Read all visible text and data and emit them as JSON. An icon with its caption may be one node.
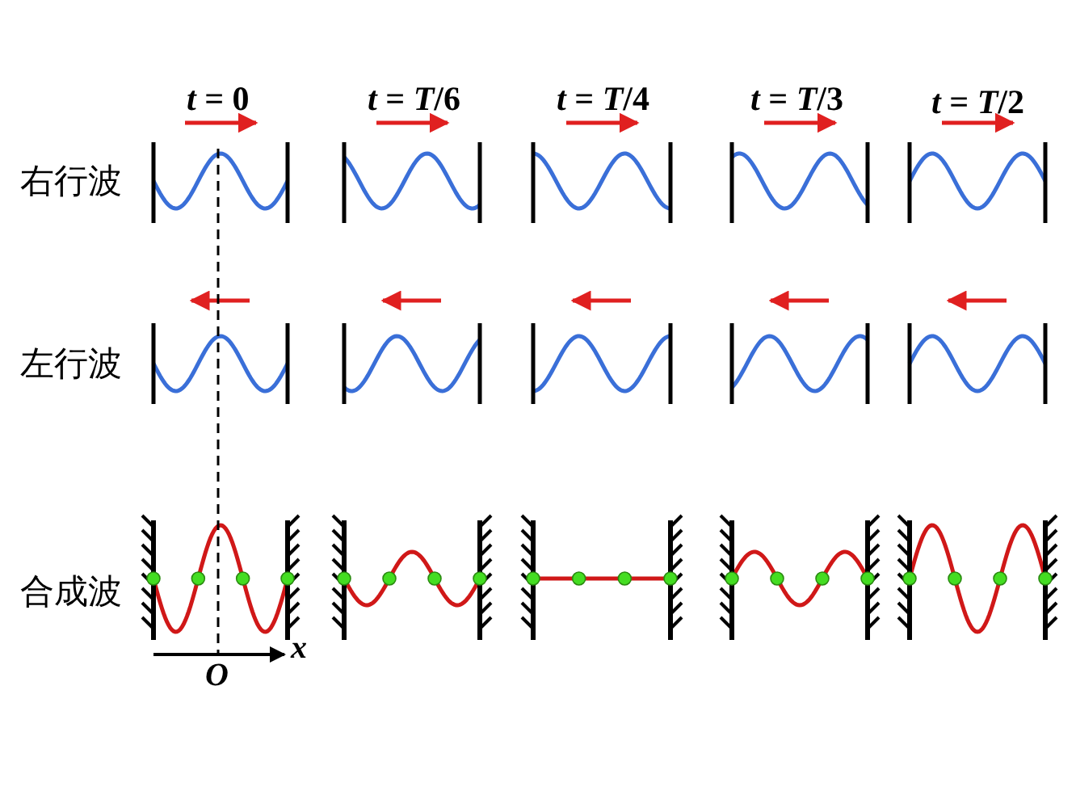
{
  "diagram": {
    "labels": [
      "*t* = 0",
      "*t* = *T*/6",
      "*t* = *T*/4",
      "*t* = *T*/3",
      "*t* = *T*/2",
      "右行波",
      "左行波",
      "合成波",
      "x",
      "O"
    ]
  }
}
